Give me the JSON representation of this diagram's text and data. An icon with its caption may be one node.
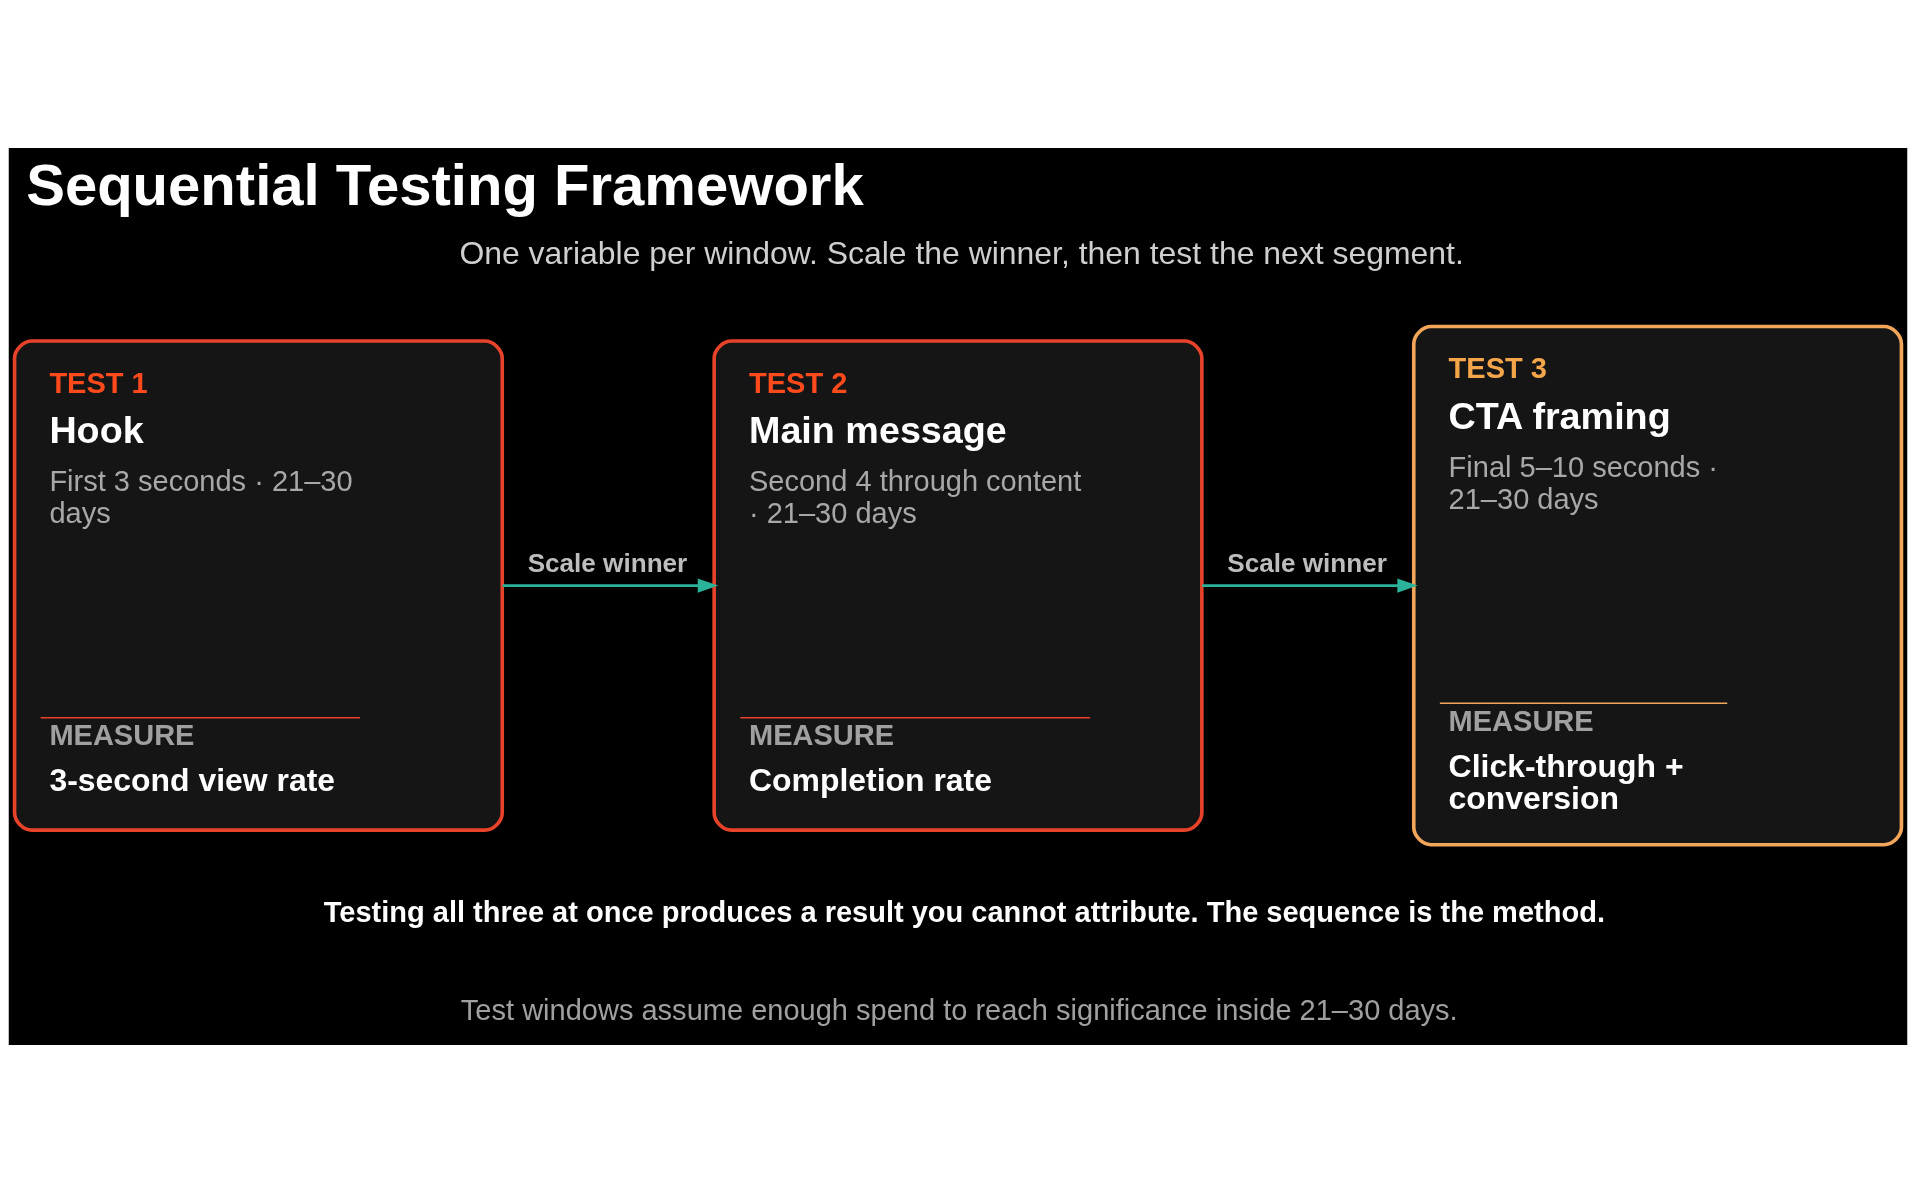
{
  "diagram": {
    "title": "Sequential Testing Framework",
    "nodes": [
      {
        "text": [
          "TEST 1",
          "Hook",
          "First 3 seconds · 21–30 days",
          "MEASURE",
          "3-second view rate"
        ]
      },
      {
        "text": [
          "TEST 2",
          "Main message",
          "Second 4 through content · 21–30 days",
          "MEASURE",
          "Completion rate"
        ]
      },
      {
        "text": [
          "TEST 3",
          "CTA framing",
          "Final 5–10 seconds · 21–30 days",
          "MEASURE",
          "Click-through + conversion"
        ]
      }
    ],
    "edges": [
      {
        "from": 0,
        "to": 1,
        "arrow": "to",
        "label": "Scale winner"
      },
      {
        "from": 1,
        "to": 2,
        "arrow": "to",
        "label": "Scale winner"
      }
    ],
    "labels": [
      "One variable per window. Scale the winner, then test the next segment.",
      "Testing all three at once produces a result you cannot attribute. The sequence is the method.",
      "Test windows assume enough spend to reach significance inside 21–30 days."
    ]
  }
}
